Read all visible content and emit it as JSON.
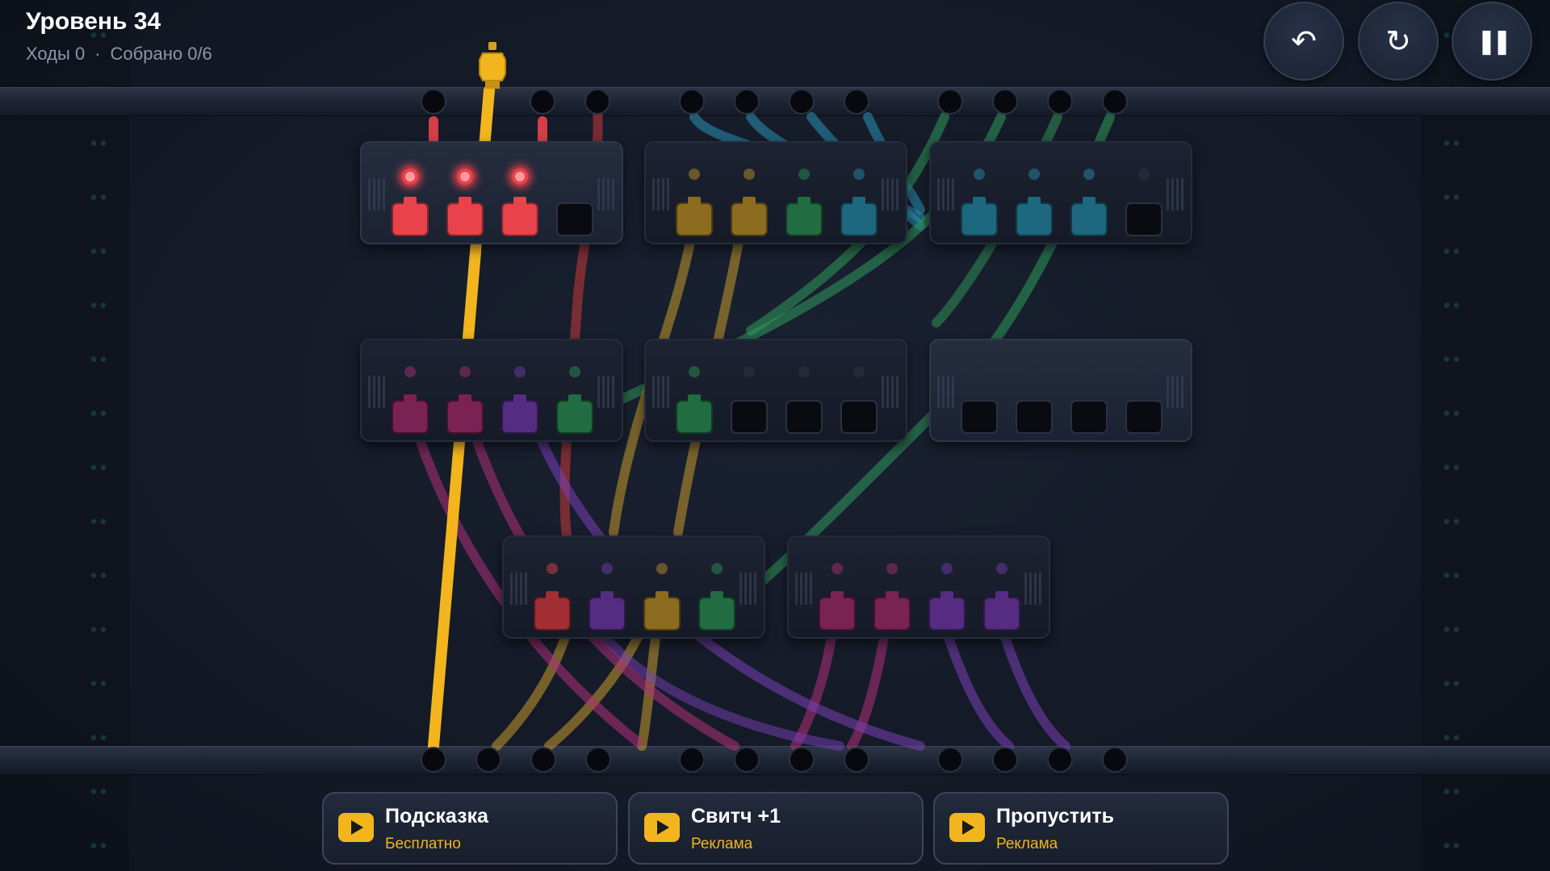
{
  "hud": {
    "level_title": "Уровень 34",
    "moves": "Ходы 0",
    "separator": "·",
    "collected": "Собрано 0/6"
  },
  "controls": {
    "undo_icon": "↶",
    "restart_icon": "↻",
    "pause_icon": "❚❚"
  },
  "colors": {
    "red": "#e8424a",
    "gold": "#c79a2c",
    "green": "#2f9a5c",
    "teal": "#2a93b6",
    "magenta": "#b0307a",
    "purple": "#7a3fb8",
    "yellow": "#f2b51d",
    "empty": "#090b10"
  },
  "modules": [
    {
      "id": "m1",
      "active": true,
      "slots": [
        "red",
        "red",
        "red",
        "empty"
      ],
      "leds": [
        "red",
        "red",
        "red",
        "off"
      ]
    },
    {
      "id": "m2",
      "active": false,
      "slots": [
        "gold",
        "gold",
        "green",
        "teal"
      ],
      "leds": [
        "gold",
        "gold",
        "green",
        "teal"
      ]
    },
    {
      "id": "m3",
      "active": false,
      "slots": [
        "teal",
        "teal",
        "teal",
        "empty"
      ],
      "leds": [
        "teal",
        "teal",
        "teal",
        "off"
      ]
    },
    {
      "id": "m4",
      "active": false,
      "slots": [
        "magenta",
        "magenta",
        "purple",
        "green"
      ],
      "leds": [
        "magenta",
        "magenta",
        "purple",
        "green"
      ]
    },
    {
      "id": "m5",
      "active": false,
      "slots": [
        "green",
        "empty",
        "empty",
        "empty"
      ],
      "leds": [
        "green",
        "off",
        "off",
        "off"
      ]
    },
    {
      "id": "m6",
      "active": true,
      "slots": [
        "empty",
        "empty",
        "empty",
        "empty"
      ],
      "leds": [
        "off",
        "off",
        "off",
        "off"
      ]
    },
    {
      "id": "m7",
      "active": false,
      "slots": [
        "red",
        "purple",
        "gold",
        "green"
      ],
      "leds": [
        "red",
        "purple",
        "gold",
        "green"
      ]
    },
    {
      "id": "m8",
      "active": false,
      "slots": [
        "magenta",
        "magenta",
        "purple",
        "purple"
      ],
      "leds": [
        "magenta",
        "magenta",
        "purple",
        "purple"
      ]
    }
  ],
  "actions": {
    "hint": {
      "label": "Подсказка",
      "sub": "Бесплатно"
    },
    "switch": {
      "label": "Свитч +1",
      "sub": "Реклама"
    },
    "skip": {
      "label": "Пропустить",
      "sub": "Реклама"
    }
  }
}
